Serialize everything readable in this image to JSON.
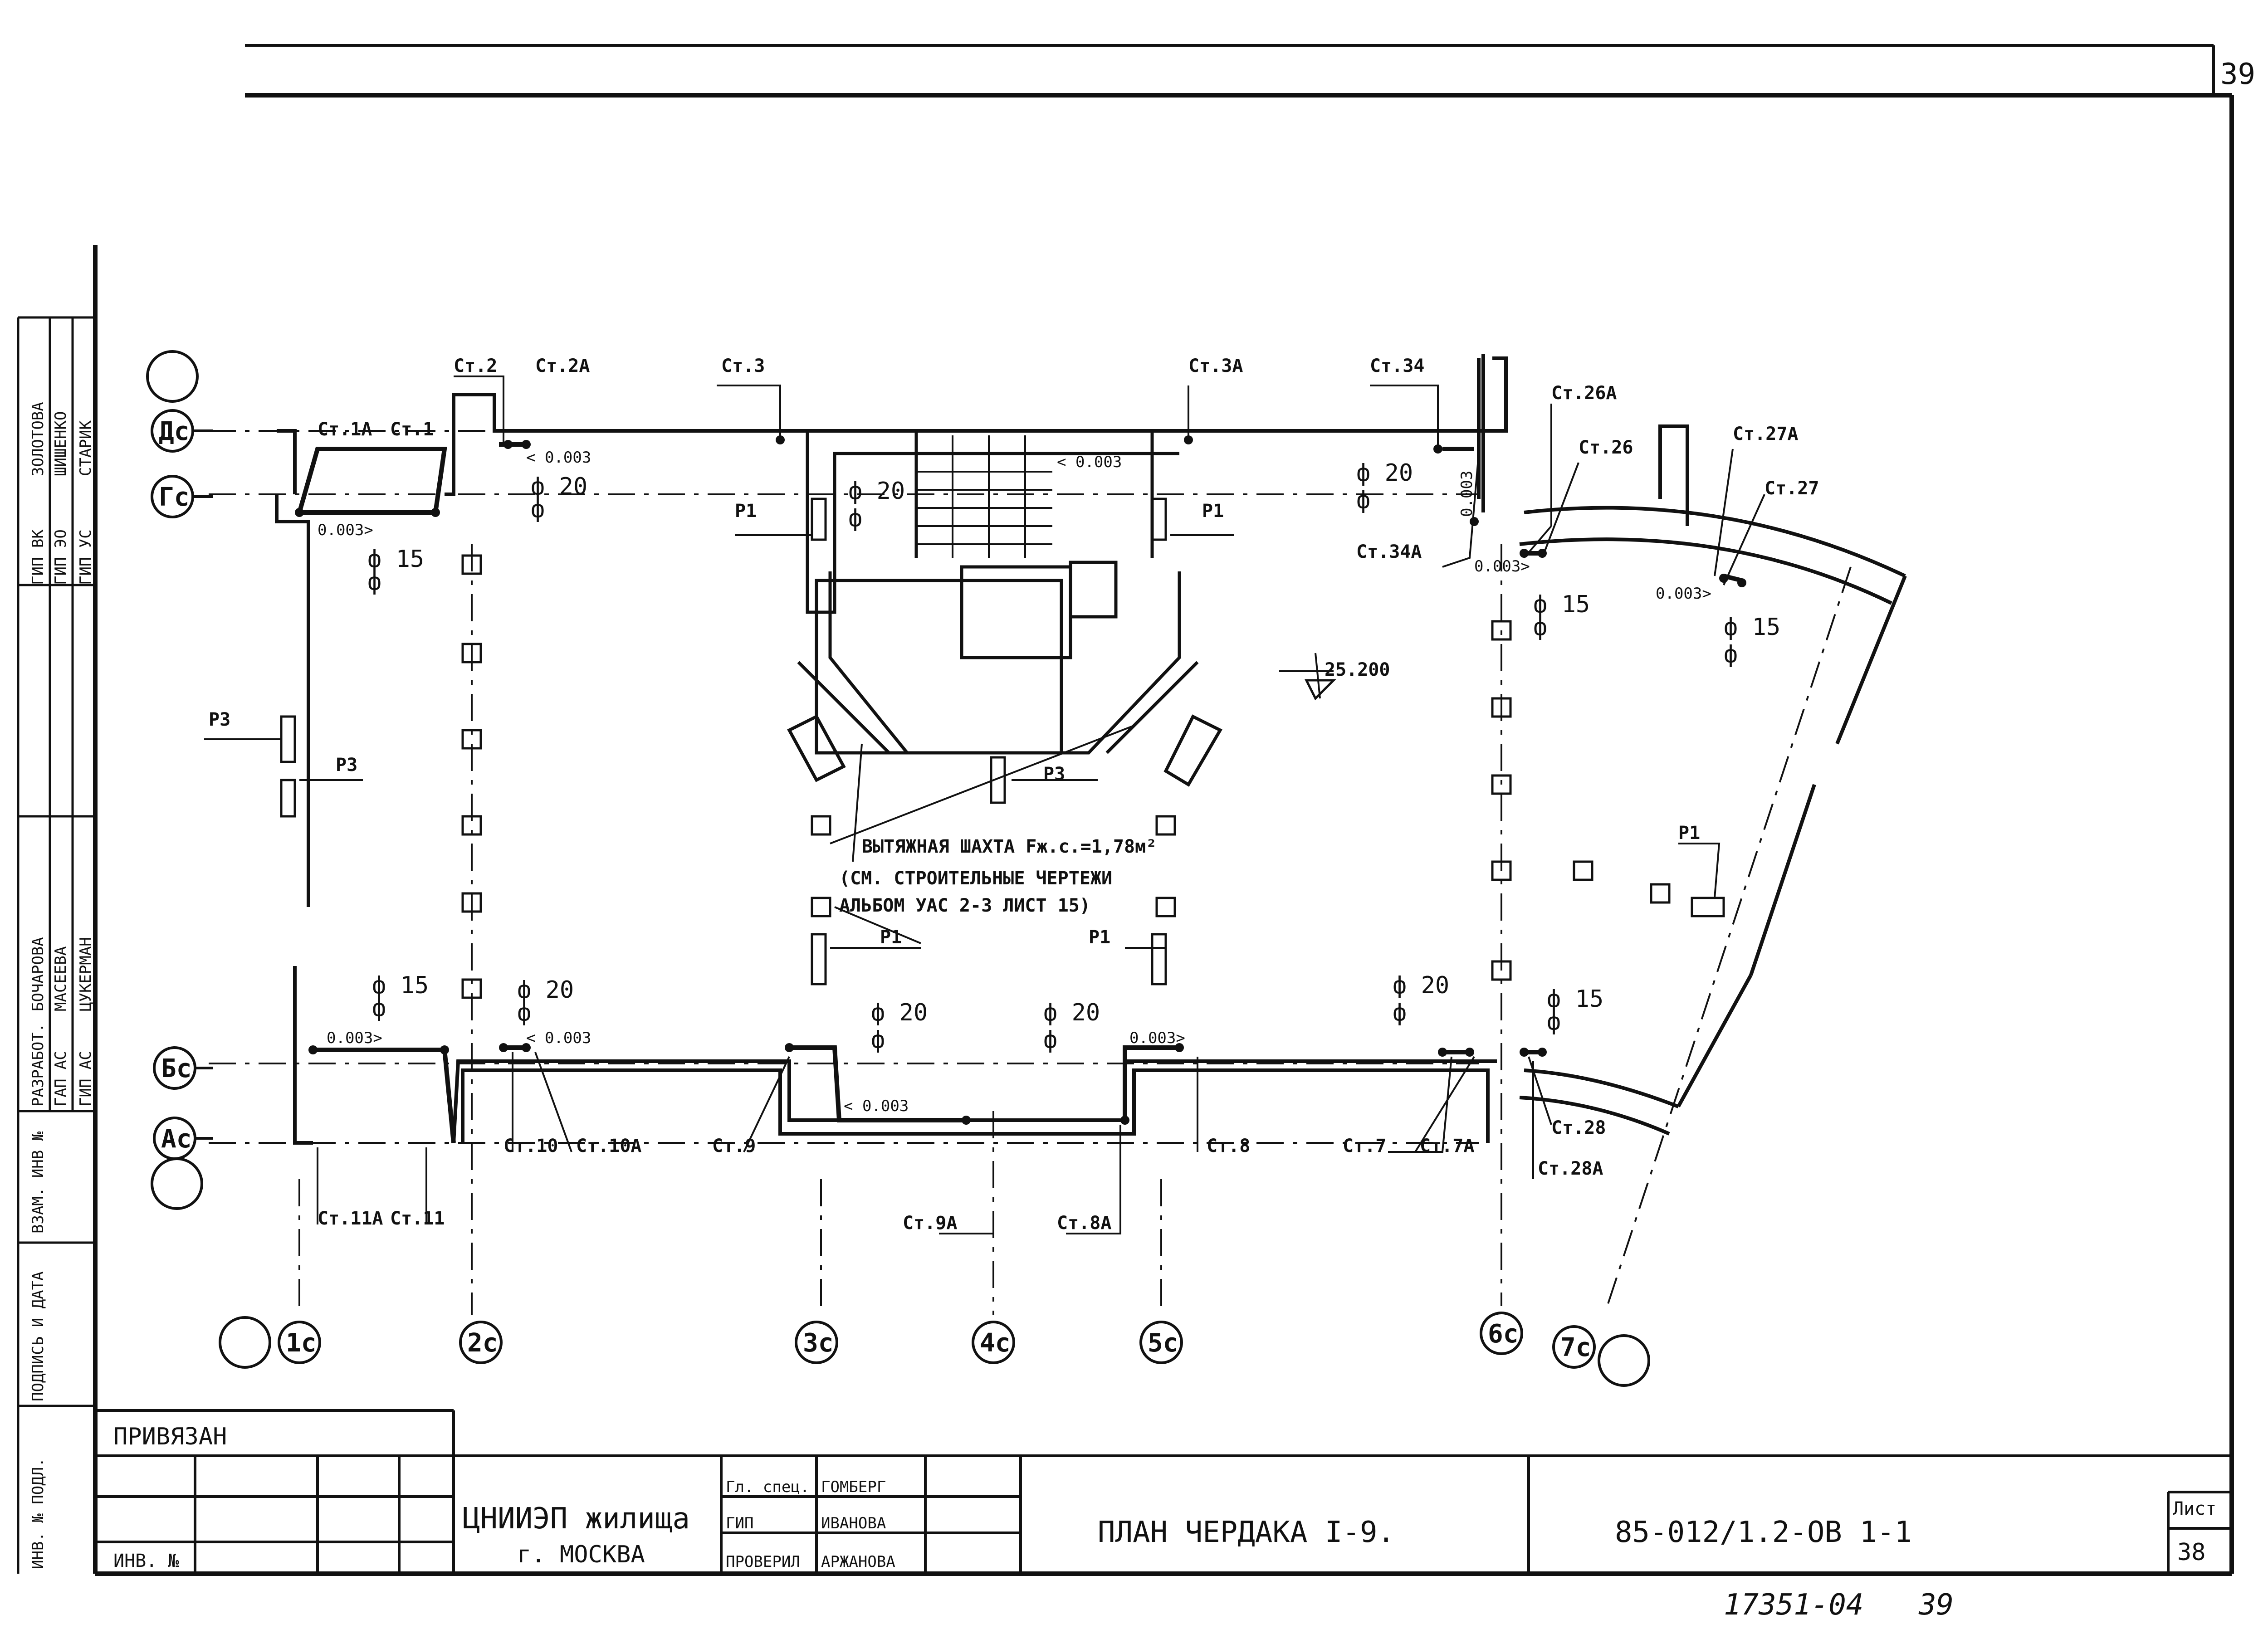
{
  "sheet": {
    "corner_number": "39",
    "sheet_label": "Лист",
    "sheet_number": "38",
    "bottom_stamp": "17351-04",
    "bottom_stamp_page": "39"
  },
  "title_block": {
    "attached_label": "ПРИВЯЗАН",
    "inv_label": "ИНВ. №",
    "organization": "ЦНИИЭП жилища",
    "city": "г. МОСКВА",
    "roles": [
      {
        "role": "Гл. спец.",
        "name": "ГОМБЕРГ"
      },
      {
        "role": "ГИП",
        "name": "ИВАНОВА"
      },
      {
        "role": "ПРОВЕРИЛ",
        "name": "АРЖАНОВА"
      }
    ],
    "drawing_title": "ПЛАН ЧЕРДАКА  I-9.",
    "drawing_code": "85-012/1.2-ОВ  1-1"
  },
  "side_stamp": {
    "upper": [
      {
        "role": "ГИП ВК",
        "name": "ЗОЛОТОВА"
      },
      {
        "role": "ГИП ЭО",
        "name": "ШИШЕНКО"
      },
      {
        "role": "ГИП УС",
        "name": "СТАРИК"
      }
    ],
    "lower": [
      {
        "role": "РАЗРАБОТ.",
        "name": "БОЧАРОВА"
      },
      {
        "role": "ГАП АС",
        "name": "МАСЕЕВА"
      },
      {
        "role": "ГИП АС",
        "name": "ЦУКЕРМАН"
      }
    ],
    "fields": [
      "ВЗАМ. ИНВ №",
      "ПОДПИСЬ И ДАТА",
      "ИНВ. № ПОДЛ."
    ]
  },
  "axes": {
    "rows": [
      "Дс",
      "Гс",
      "Бс",
      "Ас"
    ],
    "columns": [
      "1с",
      "2с",
      "3с",
      "4с",
      "5с",
      "6с",
      "7с"
    ]
  },
  "risers": {
    "st1a": "Ст.1А",
    "st1": "Ст.1",
    "st2": "Ст.2",
    "st2a": "Ст.2А",
    "st3": "Ст.3",
    "st3a": "Ст.3А",
    "st34": "Ст.34",
    "st34a": "Ст.34А",
    "st26a": "Ст.26А",
    "st26": "Ст.26",
    "st27a": "Ст.27А",
    "st27": "Ст.27",
    "st11a": "Ст.11А",
    "st11": "Ст.11",
    "st10": "Ст.10",
    "st10a": "Ст.10А",
    "st9": "Ст.9",
    "st9a": "Ст.9А",
    "st8a": "Ст.8А",
    "st8": "Ст.8",
    "st7": "Ст.7",
    "st7a": "Ст.7А",
    "st28": "Ст.28",
    "st28a": "Ст.28А"
  },
  "annotations": {
    "slope": "0.003",
    "slope_arrow": "0.003>",
    "slope_left": "< 0.003",
    "phi15": "ф 15",
    "phi20": "ф 20",
    "phi": "ф",
    "p1": "Р1",
    "p3": "Р3",
    "elevation": "25.200",
    "shaft_line1": "ВЫТЯЖНАЯ ШАХТА Fж.с.=1,78м²",
    "shaft_line2": "(СМ. СТРОИТЕЛЬНЫЕ ЧЕРТЕЖИ",
    "shaft_line3": "АЛЬБОМ УАС 2-3 ЛИСТ 15)"
  }
}
